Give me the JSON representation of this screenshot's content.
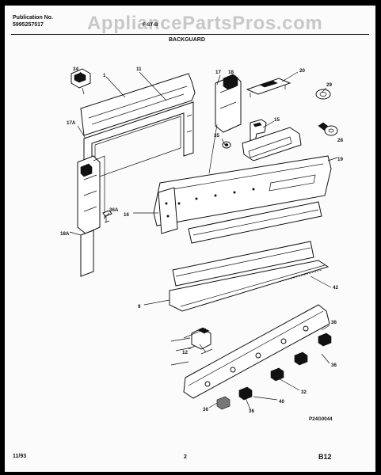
{
  "watermark": "AppliancePartsPros.com",
  "header": {
    "publication_label": "Publication No.",
    "publication_number": "5995257517",
    "model": "F-ST-B",
    "section": "BACKGUARD"
  },
  "callouts": [
    {
      "id": "34",
      "text": "34"
    },
    {
      "id": "1",
      "text": "1"
    },
    {
      "id": "11",
      "text": "11"
    },
    {
      "id": "17A",
      "text": "17A"
    },
    {
      "id": "18A",
      "text": "18A"
    },
    {
      "id": "36A",
      "text": "36A"
    },
    {
      "id": "16",
      "text": "16"
    },
    {
      "id": "17",
      "text": "17"
    },
    {
      "id": "18",
      "text": "18"
    },
    {
      "id": "20",
      "text": "20"
    },
    {
      "id": "29",
      "text": "29"
    },
    {
      "id": "15",
      "text": "15"
    },
    {
      "id": "35",
      "text": "35"
    },
    {
      "id": "28",
      "text": "28"
    },
    {
      "id": "19",
      "text": "19"
    },
    {
      "id": "42",
      "text": "42"
    },
    {
      "id": "9",
      "text": "9"
    },
    {
      "id": "12",
      "text": "12"
    },
    {
      "id": "36-a",
      "text": "36"
    },
    {
      "id": "36-b",
      "text": "36"
    },
    {
      "id": "32",
      "text": "32"
    },
    {
      "id": "40",
      "text": "40"
    },
    {
      "id": "36-c",
      "text": "36"
    },
    {
      "id": "36-d",
      "text": "36"
    }
  ],
  "drawing_code": "P24G0044",
  "footer": {
    "date": "11/93",
    "page": "2",
    "code": "B12"
  }
}
